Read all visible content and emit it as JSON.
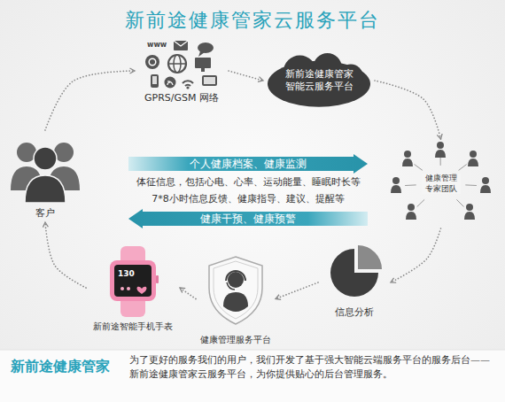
{
  "diagram": {
    "title": "新前途健康管家云服务平台",
    "nodes": [
      {
        "text": [
          "GPRS/GSM 网络"
        ]
      },
      {
        "text": [
          "新前途健康管家 智能云服务平台"
        ]
      },
      {
        "text": [
          "客户"
        ]
      },
      {
        "text": [
          "个人健康档案、健康监测"
        ]
      },
      {
        "text": [
          "健康干预、健康预警"
        ]
      },
      {
        "text": [
          "健康管理 专家团队"
        ]
      },
      {
        "text": [
          "新前途智能手机手表"
        ]
      },
      {
        "text": [
          "健康管理服务平台"
        ]
      },
      {
        "text": [
          "信息分析"
        ]
      }
    ],
    "edges": [
      {
        "from": 0,
        "to": 1,
        "arrow": "to"
      },
      {
        "from": 1,
        "to": 5,
        "arrow": "to"
      },
      {
        "from": 5,
        "to": 8,
        "arrow": "to"
      },
      {
        "from": 8,
        "to": 7,
        "arrow": "to"
      },
      {
        "from": 7,
        "to": 6,
        "arrow": "to"
      },
      {
        "from": 6,
        "to": 2,
        "arrow": "to"
      },
      {
        "from": 2,
        "to": 0,
        "arrow": "to"
      }
    ],
    "labels": [
      "体征信息，包括心电、心率、运动能量、睡眠时长等",
      "7*8小时信息反馈、健康指导、建议、提醒等",
      "新前途健康管家",
      "为了更好的服务我们的用户，我们开发了基于强大智能云端服务平台的服务后台——新前途健康管家云服务平台，为你提供贴心的后台管理服务。",
      "www",
      "130"
    ]
  }
}
